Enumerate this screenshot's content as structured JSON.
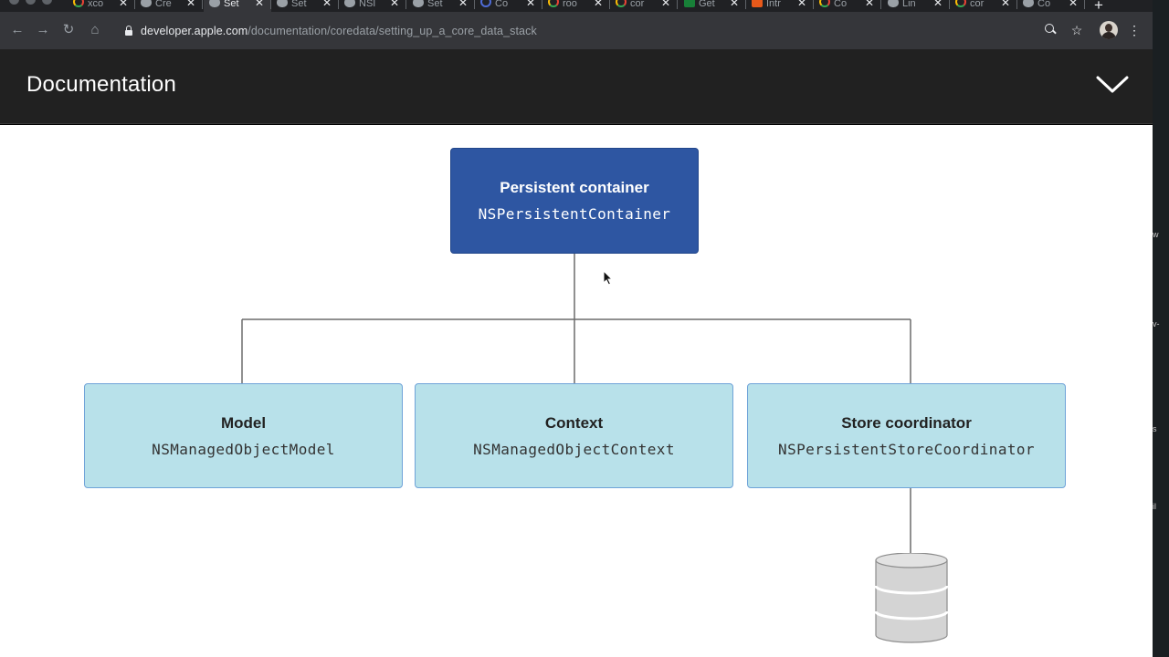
{
  "browser": {
    "tabs": [
      {
        "title": "xco",
        "favicon": "google",
        "active": false
      },
      {
        "title": "Cre",
        "favicon": "apple",
        "active": false
      },
      {
        "title": "Set",
        "favicon": "apple",
        "active": true
      },
      {
        "title": "Set",
        "favicon": "apple",
        "active": false
      },
      {
        "title": "NSI",
        "favicon": "apple",
        "active": false
      },
      {
        "title": "Set",
        "favicon": "apple",
        "active": false
      },
      {
        "title": "Co",
        "favicon": "ring",
        "active": false
      },
      {
        "title": "roo",
        "favicon": "google",
        "active": false
      },
      {
        "title": "cor",
        "favicon": "google",
        "active": false
      },
      {
        "title": "Get",
        "favicon": "m",
        "active": false
      },
      {
        "title": "Intr",
        "favicon": "a",
        "active": false
      },
      {
        "title": "Co",
        "favicon": "google",
        "active": false
      },
      {
        "title": "Lin",
        "favicon": "apple",
        "active": false
      },
      {
        "title": "cor",
        "favicon": "google",
        "active": false
      },
      {
        "title": "Co",
        "favicon": "apple",
        "active": false
      }
    ],
    "url_host": "developer.apple.com",
    "url_path": "/documentation/coredata/setting_up_a_core_data_stack"
  },
  "header": {
    "title": "Documentation"
  },
  "diagram": {
    "root": {
      "title": "Persistent container",
      "class": "NSPersistentContainer"
    },
    "children": [
      {
        "title": "Model",
        "class": "NSManagedObjectModel"
      },
      {
        "title": "Context",
        "class": "NSManagedObjectContext"
      },
      {
        "title": "Store coordinator",
        "class": "NSPersistentStoreCoordinator"
      }
    ]
  },
  "colors": {
    "root_box": "#2e56a2",
    "child_box": "#b8e1ea",
    "child_border": "#6fa3d8",
    "header_bg": "#212121"
  },
  "desktop_fragments": [
    "w",
    "v-",
    "s",
    "il"
  ]
}
